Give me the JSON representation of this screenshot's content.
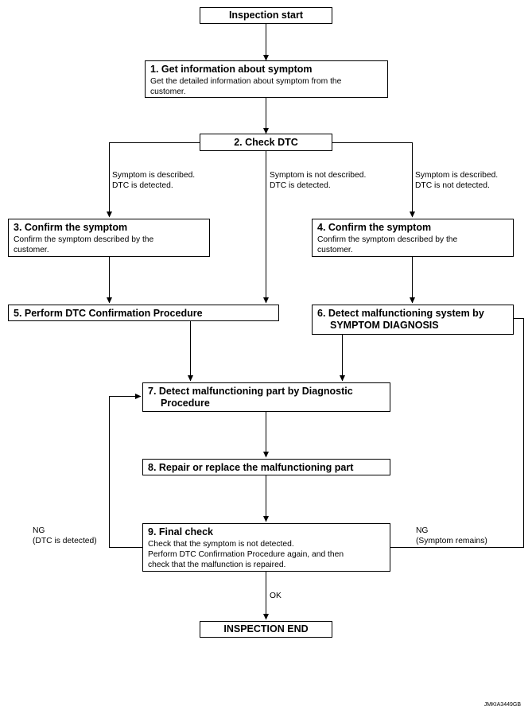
{
  "nodes": {
    "start": {
      "title": "Inspection start"
    },
    "step1": {
      "title": "1. Get information about symptom",
      "desc_1": "Get the detailed information about symptom from the",
      "desc_2": "customer."
    },
    "step2": {
      "title": "2. Check DTC"
    },
    "step3": {
      "title": "3. Confirm the symptom",
      "desc_1": "Confirm the symptom described by the",
      "desc_2": "customer."
    },
    "step4": {
      "title": "4. Confirm the symptom",
      "desc_1": "Confirm the symptom described by the",
      "desc_2": "customer."
    },
    "step5": {
      "title": "5. Perform DTC Confirmation Procedure"
    },
    "step6": {
      "title_1": "6. Detect malfunctioning system by",
      "title_2": "SYMPTOM DIAGNOSIS"
    },
    "step7": {
      "title_1": "7. Detect malfunctioning part by Diagnostic",
      "title_2": "Procedure"
    },
    "step8": {
      "title": "8. Repair or replace the malfunctioning part"
    },
    "step9": {
      "title": "9. Final check",
      "desc_1": "Check that the symptom is not detected.",
      "desc_2": "Perform DTC Confirmation Procedure again, and then",
      "desc_3": "check that the malfunction is repaired."
    },
    "end": {
      "title": "INSPECTION END"
    }
  },
  "branches": {
    "left": {
      "line_1": "Symptom is described.",
      "line_2": "DTC is detected."
    },
    "middle": {
      "line_1": "Symptom is not described.",
      "line_2": "DTC is detected."
    },
    "right": {
      "line_1": "Symptom is described.",
      "line_2": "DTC is not detected."
    }
  },
  "loops": {
    "ng_left": {
      "line_1": "NG",
      "line_2": "(DTC is detected)"
    },
    "ng_right": {
      "line_1": "NG",
      "line_2": "(Symptom remains)"
    },
    "ok": "OK"
  },
  "figure_code": "JMKIA3449GB"
}
